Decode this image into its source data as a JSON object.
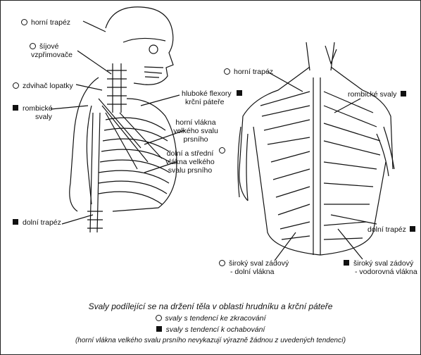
{
  "figure": {
    "left_labels": {
      "horni_trapez": "horní trapéz",
      "sijove_1": "šíjové",
      "sijove_2": "vzpřimovače",
      "zdvihac": "zdvihač lopatky",
      "rombicke_1": "rombické",
      "rombicke_2": "svaly",
      "hluboke_1": "hluboké flexory",
      "hluboke_2": "krční páteře",
      "horni_vlakna_1": "horní vlákna",
      "horni_vlakna_2": "velkého svalu",
      "horni_vlakna_3": "prsního",
      "dolni_stredni_1": "dolní a střední",
      "dolni_stredni_2": "vlákna velkého",
      "dolni_stredni_3": "svalu prsního",
      "dolni_trapez": "dolní trapéz"
    },
    "right_labels": {
      "horni_trapez": "horní trapéz",
      "rombicke": "rombické svaly",
      "dolni_trapez": "dolní trapéz",
      "siroky_dolni_1": "široký sval zádový",
      "siroky_dolni_2": "- dolní vlákna",
      "siroky_vodorovna_1": "široký sval zádový",
      "siroky_vodorovna_2": "- vodorovná vlákna"
    },
    "caption": {
      "title": "Svaly podílející se na držení těla v oblasti hrudníku a krční páteře",
      "legend_circle": "svaly s tendencí ke zkracování",
      "legend_square": "svaly s tendencí k ochabování",
      "note": "(horní vlákna velkého svalu prsního nevykazují výrazně žádnou z uvedených tendencí)"
    }
  }
}
